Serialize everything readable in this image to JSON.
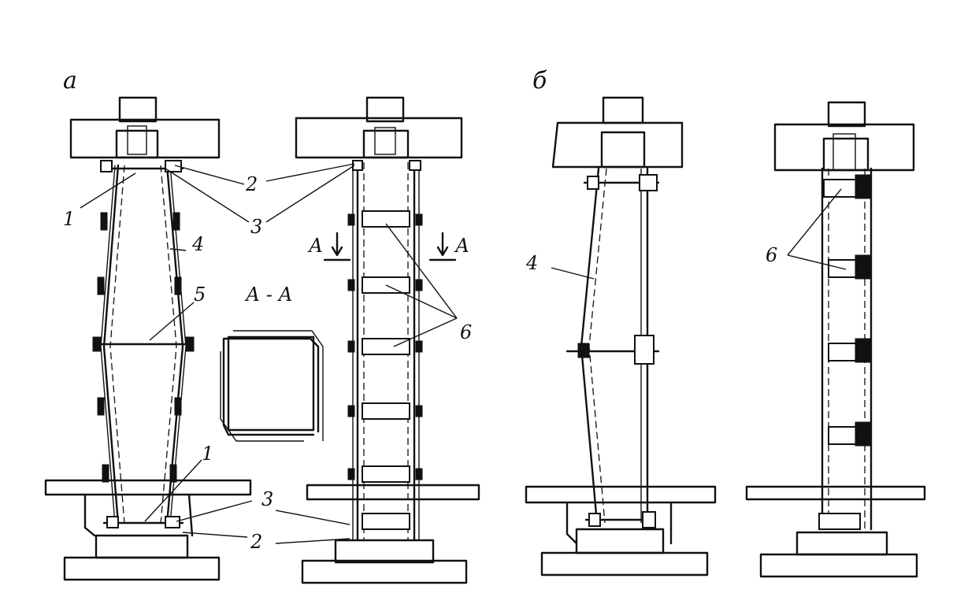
{
  "labels": {
    "view_a": "а",
    "view_b": "б",
    "section_title": "А - А",
    "section_mark_left": "А",
    "section_mark_right": "А",
    "n1_top": "1",
    "n1_bottom": "1",
    "n2_top": "2",
    "n2_bottom": "2",
    "n3_top": "3",
    "n3_bottom": "3",
    "n4_a": "4",
    "n4_b": "4",
    "n5": "5",
    "n6_a": "6",
    "n6_b": "6"
  }
}
